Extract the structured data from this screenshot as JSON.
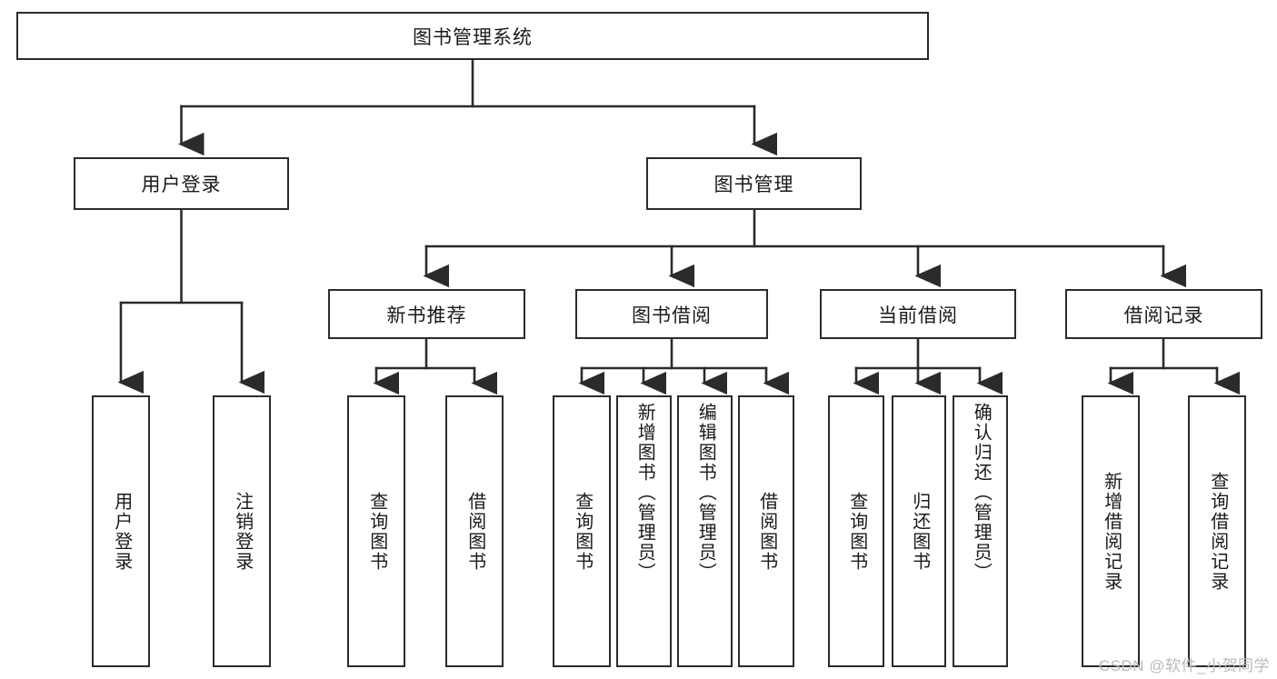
{
  "diagram": {
    "type": "tree-hierarchy",
    "title": "图书管理系统",
    "root": {
      "label": "图书管理系统"
    },
    "level2": [
      {
        "id": "user-login",
        "label": "用户登录"
      },
      {
        "id": "book-manage",
        "label": "图书管理"
      }
    ],
    "level3": [
      {
        "id": "new-book-recommend",
        "label": "新书推荐",
        "parent": "book-manage"
      },
      {
        "id": "book-borrow",
        "label": "图书借阅",
        "parent": "book-manage"
      },
      {
        "id": "current-borrow",
        "label": "当前借阅",
        "parent": "book-manage"
      },
      {
        "id": "borrow-record",
        "label": "借阅记录",
        "parent": "book-manage"
      }
    ],
    "leaves": [
      {
        "id": "leaf-user-login",
        "label": "用户登录",
        "parent": "user-login"
      },
      {
        "id": "leaf-user-logout",
        "label": "注销登录",
        "parent": "user-login"
      },
      {
        "id": "leaf-query-book-1",
        "label": "查询图书",
        "parent": "new-book-recommend"
      },
      {
        "id": "leaf-borrow-book-1",
        "label": "借阅图书",
        "parent": "new-book-recommend"
      },
      {
        "id": "leaf-query-book-2",
        "label": "查询图书",
        "parent": "book-borrow"
      },
      {
        "id": "leaf-add-book",
        "label": "新增图书（管理员）",
        "parent": "book-borrow"
      },
      {
        "id": "leaf-edit-book",
        "label": "编辑图书（管理员）",
        "parent": "book-borrow"
      },
      {
        "id": "leaf-borrow-book-2",
        "label": "借阅图书",
        "parent": "book-borrow"
      },
      {
        "id": "leaf-query-book-3",
        "label": "查询图书",
        "parent": "current-borrow"
      },
      {
        "id": "leaf-return-book",
        "label": "归还图书",
        "parent": "current-borrow"
      },
      {
        "id": "leaf-confirm-return",
        "label": "确认归还（管理员）",
        "parent": "current-borrow"
      },
      {
        "id": "leaf-add-record",
        "label": "新增借阅记录",
        "parent": "borrow-record"
      },
      {
        "id": "leaf-query-record",
        "label": "查询借阅记录",
        "parent": "borrow-record"
      }
    ],
    "colors": {
      "box_border": "#2b2b2b",
      "box_fill": "#ffffff",
      "connector": "#2b2b2b",
      "text": "#1a1a1a",
      "watermark": "#b9b9b9",
      "background": "#ffffff"
    }
  },
  "watermark": {
    "text": "CSDN @软件_小贺同学"
  }
}
